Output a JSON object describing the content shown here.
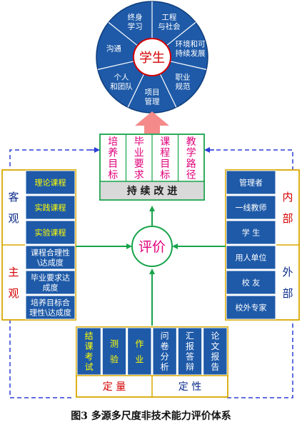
{
  "wheel": {
    "center": "学生",
    "segments": [
      {
        "lines": [
          "工程",
          "与社会"
        ]
      },
      {
        "lines": [
          "环境和可",
          "持续发展"
        ]
      },
      {
        "lines": [
          "职业",
          "规范"
        ]
      },
      {
        "lines": [
          "项目",
          "管理"
        ]
      },
      {
        "lines": [
          "个人",
          "和团队"
        ]
      },
      {
        "lines": [
          "沟通"
        ]
      },
      {
        "lines": [
          "终身",
          "学习"
        ]
      }
    ]
  },
  "top_box": {
    "columns": [
      {
        "chars": [
          "培",
          "养",
          "目",
          "标"
        ]
      },
      {
        "chars": [
          "毕",
          "业",
          "要",
          "求"
        ]
      },
      {
        "chars": [
          "课",
          "程",
          "目",
          "标"
        ]
      },
      {
        "chars": [
          "教",
          "学",
          "路",
          "径"
        ]
      }
    ],
    "footer": "持 续 改 进"
  },
  "center_label": "评价",
  "left_panel": {
    "side_objective": [
      "客",
      "观"
    ],
    "side_subjective": [
      "主",
      "观"
    ],
    "items": [
      {
        "lines": [
          "理论课程"
        ]
      },
      {
        "lines": [
          "实践课程"
        ]
      },
      {
        "lines": [
          "实验课程"
        ]
      },
      {
        "lines": [
          "课程合理性",
          "\\达成度"
        ]
      },
      {
        "lines": [
          "毕业要求达",
          "成度"
        ]
      },
      {
        "lines": [
          "培养目标合",
          "理性\\达成度"
        ]
      }
    ]
  },
  "right_panel": {
    "side_internal": [
      "内",
      "部"
    ],
    "side_external": [
      "外",
      "部"
    ],
    "items": [
      {
        "lines": [
          "管理者"
        ]
      },
      {
        "lines": [
          "一线教师"
        ]
      },
      {
        "lines": [
          "学  生"
        ]
      },
      {
        "lines": [
          "用人单位"
        ]
      },
      {
        "lines": [
          "校  友"
        ]
      },
      {
        "lines": [
          "校外专家"
        ]
      }
    ]
  },
  "bottom_box": {
    "columns": [
      {
        "chars": [
          "结",
          "课",
          "考",
          "试"
        ]
      },
      {
        "chars": [
          "测",
          "验"
        ]
      },
      {
        "chars": [
          "作",
          "业"
        ]
      },
      {
        "chars": [
          "问",
          "卷",
          "分",
          "析"
        ]
      },
      {
        "chars": [
          "汇",
          "报",
          "答",
          "辩"
        ]
      },
      {
        "chars": [
          "论",
          "文",
          "报",
          "告"
        ]
      }
    ],
    "footer_left": "定  量",
    "footer_right": "定  性"
  },
  "caption": "图3 多源多尺度非技术能力评价体系",
  "colors": {
    "blue_fill": "#1e5aa8",
    "yellow_text": "#ffff00",
    "pink_text": "#e0007a",
    "red_text": "#d40000",
    "green_line": "#17a34a",
    "dashed_blue": "#2b3fd6",
    "arrow_pink": "#f48a8a",
    "gold_border": "#d8a800",
    "gray_fill": "#d9d9d9"
  }
}
